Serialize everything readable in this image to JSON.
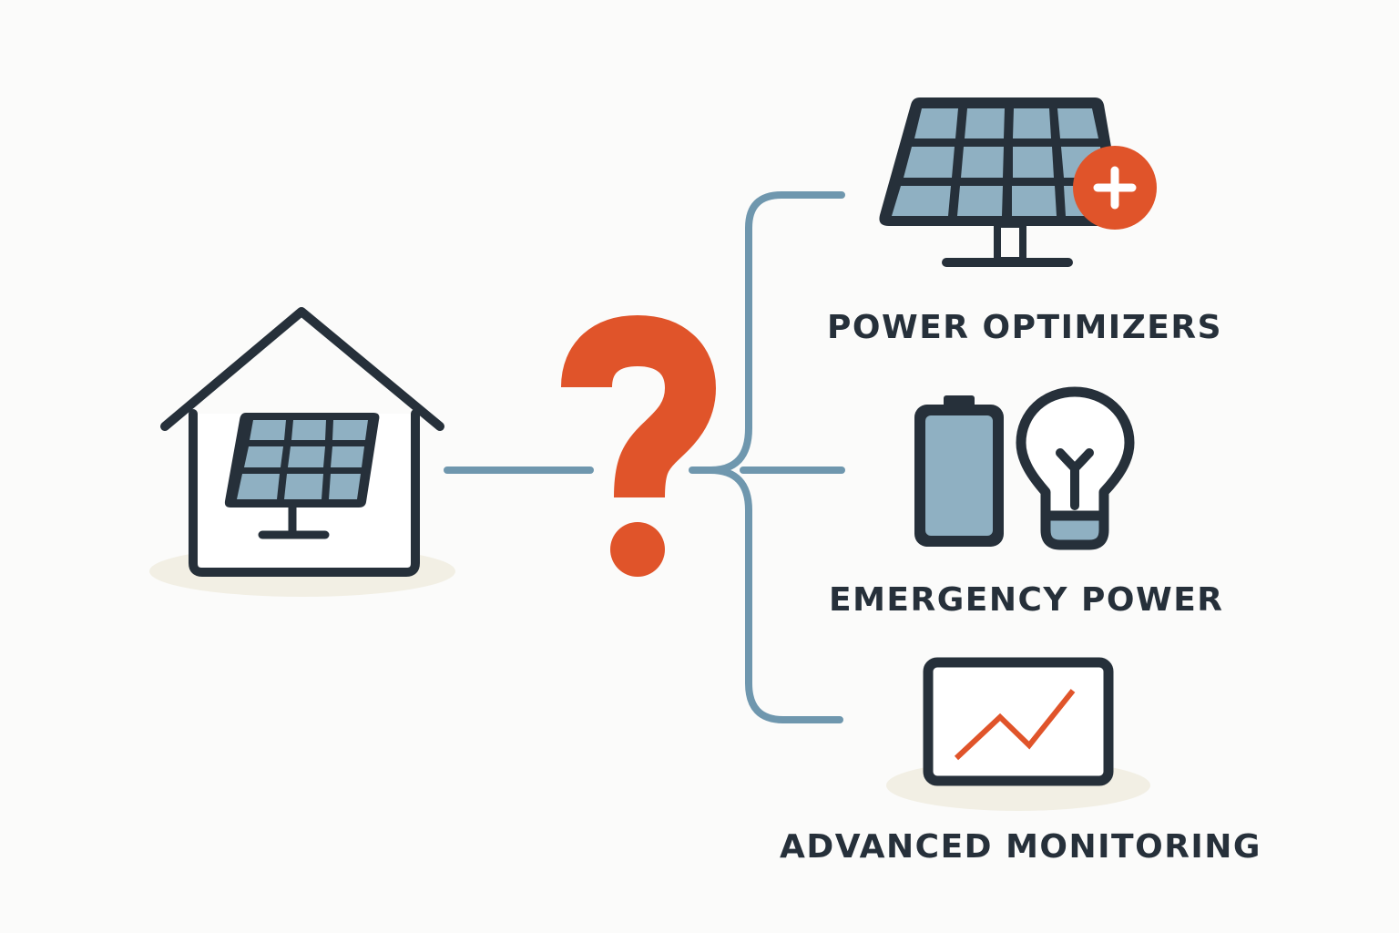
{
  "colors": {
    "background": "#fbfbfa",
    "outline": "#26303a",
    "panel_fill": "#8fb0c2",
    "connector": "#6f97ae",
    "accent": "#e0542a",
    "shadow": "#f2efe4"
  },
  "icons": {
    "home": "house-with-solar-panel-icon",
    "question": "question-mark-icon",
    "optimizers": "solar-panel-plus-icon",
    "battery": "battery-icon",
    "bulb": "light-bulb-icon",
    "monitoring": "monitor-chart-icon"
  },
  "options": [
    {
      "label": "POWER OPTIMIZERS"
    },
    {
      "label": "EMERGENCY POWER"
    },
    {
      "label": "ADVANCED MONITORING"
    }
  ]
}
